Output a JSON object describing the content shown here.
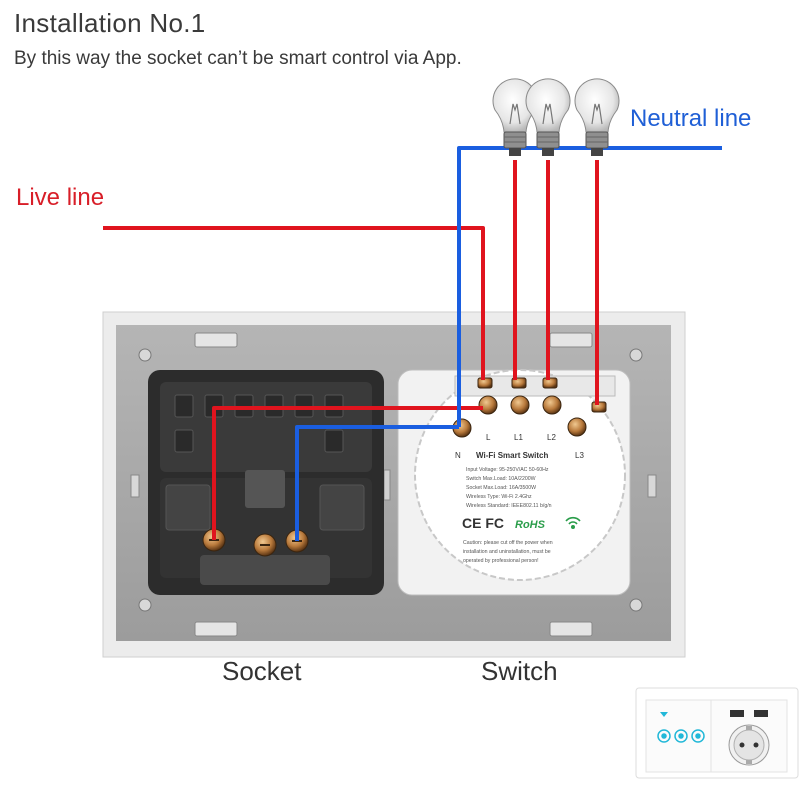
{
  "header": {
    "title": "Installation No.1",
    "subtitle": "By this way the socket can’t be smart control via App."
  },
  "labels": {
    "neutral_line": "Neutral line",
    "live_line": "Live line",
    "socket": "Socket",
    "switch": "Switch"
  },
  "module": {
    "terminals": {
      "n": "N",
      "l": "L",
      "l1": "L1",
      "l2": "L2",
      "l3": "L3"
    },
    "name": "Wi-Fi Smart Switch",
    "specs": [
      "Input Voltage: 95-250V/AC 50-60Hz",
      "Switch Max.Load: 10A/2200W",
      "Socket Max.Load: 16A/3500W",
      "Wireless Type: Wi-Fi 2.4Ghz",
      "Wireless Standard: IEEE802.11 b/g/n"
    ],
    "certs": "CE FC",
    "rohs": "RoHS",
    "caution": [
      "Caution: please cut off the power when",
      "installation and uninstallation, must be",
      "operated by professional person!"
    ]
  },
  "colors": {
    "live": "#e0141e",
    "neutral": "#1a5ee0",
    "label_neutral": "#1f5fd6",
    "label_live": "#d81e28",
    "panel": "#a9a9a9",
    "text": "#3a3a3a"
  },
  "icons": [
    "bulb-icon",
    "wifi-icon",
    "touch-button-icon",
    "usb-port-icon"
  ]
}
